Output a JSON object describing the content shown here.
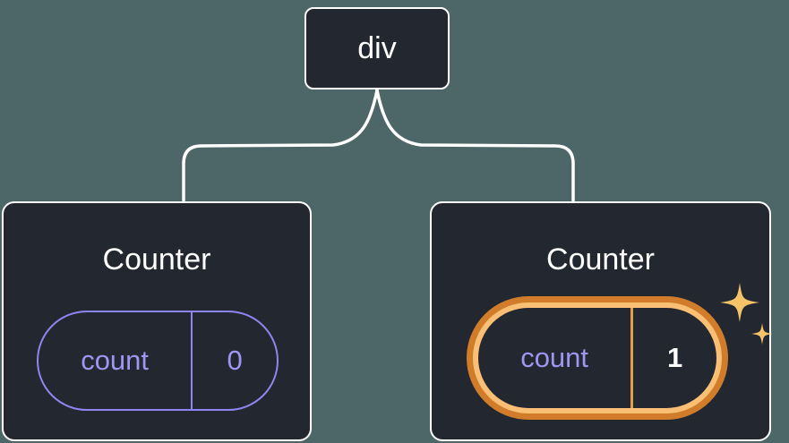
{
  "diagram": {
    "root": {
      "label": "div"
    },
    "children": [
      {
        "title": "Counter",
        "state": {
          "key": "count",
          "value": "0"
        },
        "highlighted": false
      },
      {
        "title": "Counter",
        "state": {
          "key": "count",
          "value": "1"
        },
        "highlighted": true
      }
    ],
    "colors": {
      "background": "#4d6667",
      "node_bg": "#23272f",
      "node_border": "#ffffff",
      "connector": "#ffffff",
      "state_text": "#9d97f3",
      "state_border": "#8d86f0",
      "highlight_ring": "#d07c2a",
      "highlight_band": "#f9bf75",
      "highlight_divider": "#e89a45",
      "value_highlight_text": "#ffffff",
      "sparkle": "#f5c469"
    }
  }
}
